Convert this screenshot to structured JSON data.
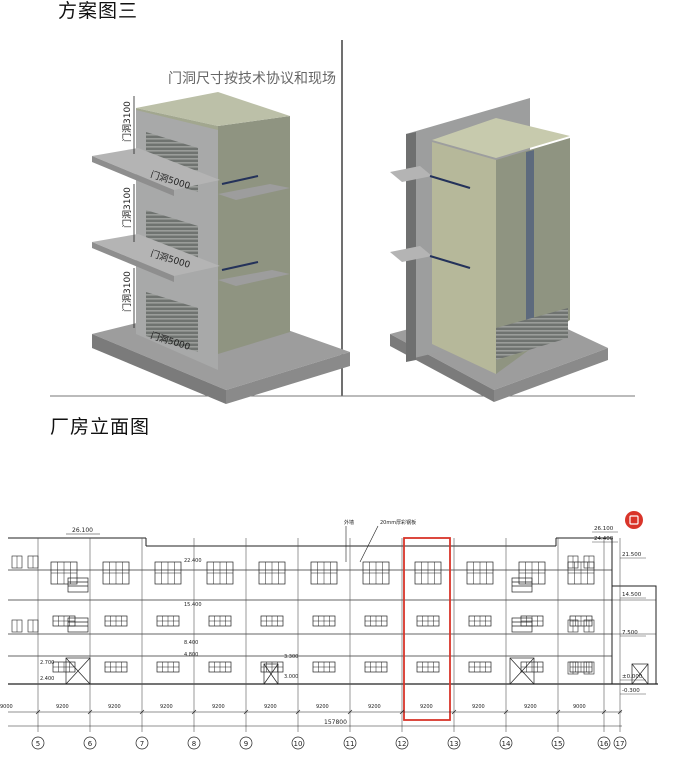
{
  "headings": {
    "scheme": "方案图三",
    "elevation": "厂房立面图"
  },
  "render": {
    "note": "门洞尺寸按技术协议和现场",
    "door_height_labels": [
      "门洞3100",
      "门洞3100",
      "门洞3100"
    ],
    "door_width_labels": [
      "门洞5000",
      "门洞5000",
      "门洞5000"
    ]
  },
  "elevation": {
    "level_labels_left": [
      "26.100"
    ],
    "level_labels_right": [
      "26.100",
      "24.400",
      "21.500",
      "14.500",
      "7.500",
      "±0.000",
      "-0.300"
    ],
    "level_labels_inner": [
      "22.400",
      "15.400",
      "8.400",
      "4.800",
      "2.700",
      "2.400",
      "3.300",
      "3.000"
    ],
    "callouts": [
      "外墙",
      "20mm厚彩钢板"
    ],
    "bay_dims": [
      "9000",
      "9200",
      "9200",
      "9200",
      "9200",
      "9200",
      "9200",
      "9200",
      "9200",
      "9200",
      "9200",
      "9000"
    ],
    "total_dim": "157800",
    "axis_labels": [
      "5",
      "6",
      "7",
      "8",
      "9",
      "10",
      "11",
      "12",
      "13",
      "14",
      "15",
      "16",
      "17"
    ],
    "highlight_color": "#d9352a",
    "app_icon": "red-badge-icon"
  }
}
